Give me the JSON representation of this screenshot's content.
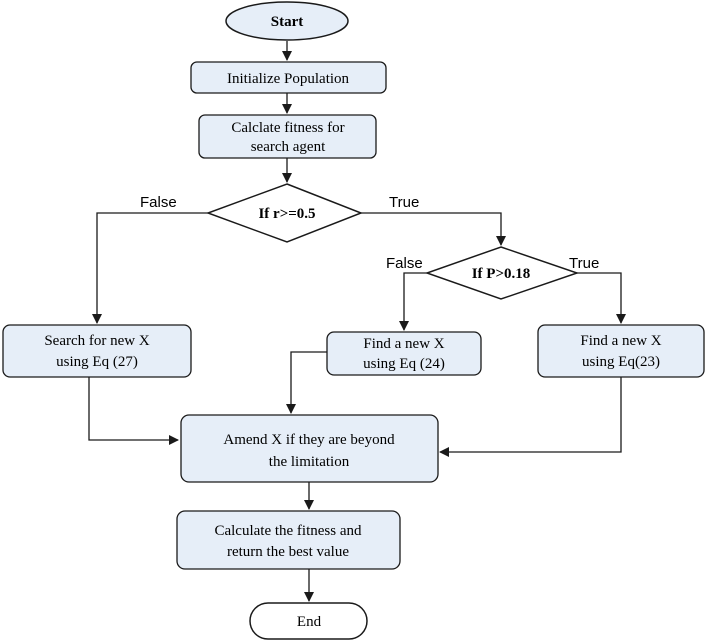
{
  "diagram": {
    "start": "Start",
    "init": "Initialize Population",
    "fitness": [
      "Calclate fitness for",
      "search agent"
    ],
    "decision_r": "If r>=0.5",
    "decision_r_false": "False",
    "decision_r_true": "True",
    "decision_p": "If P>0.18",
    "decision_p_false": "False",
    "decision_p_true": "True",
    "search_x": [
      "Search for new X",
      "using Eq (27)"
    ],
    "find_24": [
      "Find a new X",
      "using Eq (24)"
    ],
    "find_23": [
      "Find a new X",
      "using Eq(23)"
    ],
    "amend": [
      "Amend X if they are beyond",
      "the limitation"
    ],
    "calc_best": [
      "Calculate the fitness and",
      "return the best value"
    ],
    "end": "End"
  }
}
